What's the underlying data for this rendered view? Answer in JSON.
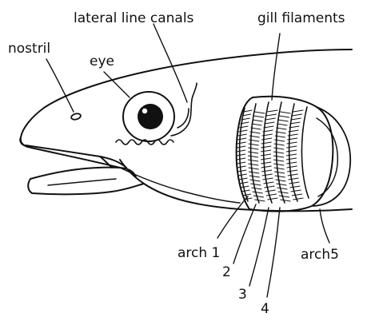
{
  "diagram": {
    "labels": {
      "nostril": "nostril",
      "eye": "eye",
      "lateral_line": "lateral line canals",
      "gill_filaments": "gill filaments",
      "arch1": "arch 1",
      "arch2": "2",
      "arch3": "3",
      "arch4": "4",
      "arch5": "arch5"
    },
    "colors": {
      "ink": "#111111",
      "background": "#ffffff"
    }
  }
}
